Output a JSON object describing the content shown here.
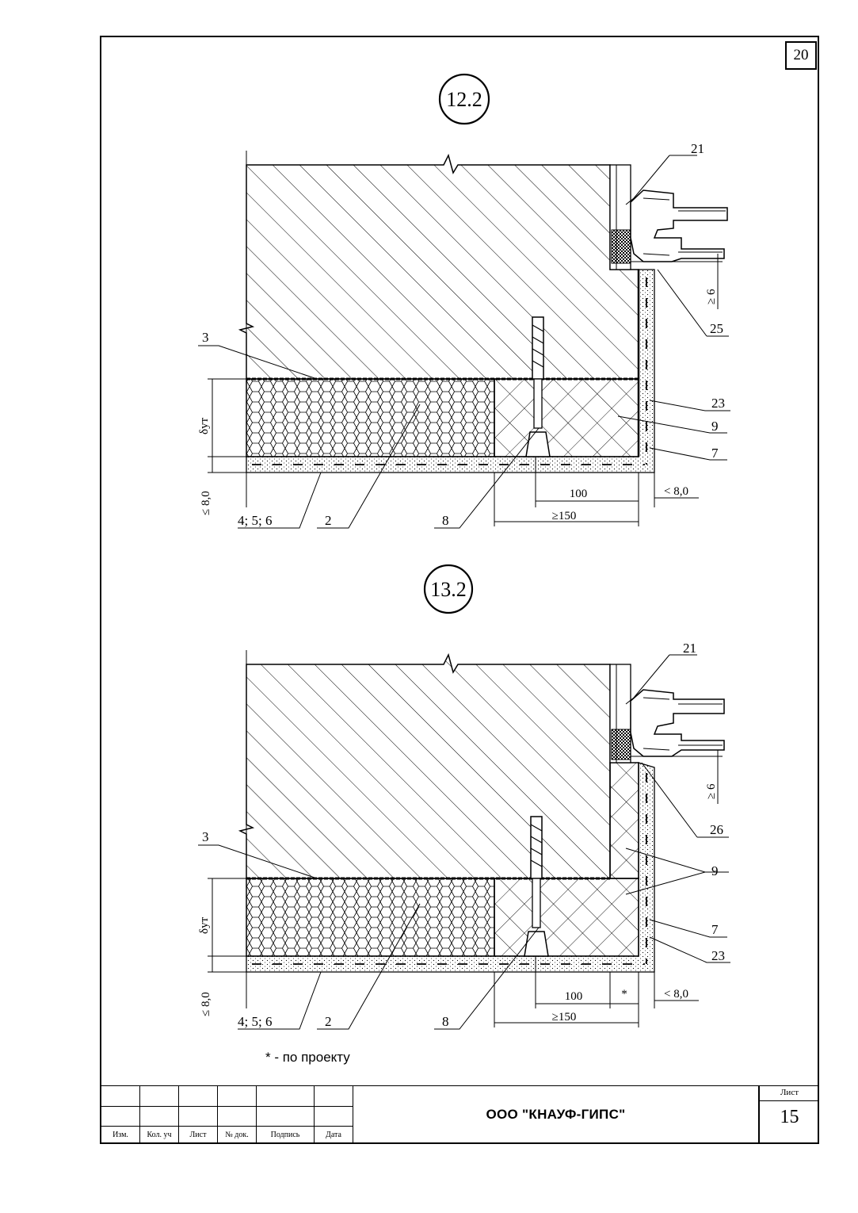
{
  "page_number": "20",
  "details": [
    {
      "id": "12.2",
      "labels": {
        "l21": "21",
        "l25": "25",
        "l3": "3",
        "l23": "23",
        "l9": "9",
        "l7": "7",
        "l456": "4; 5; 6",
        "l2": "2",
        "l8": "8"
      },
      "dims": {
        "d100": "100",
        "d150": "≥150",
        "d8r": "< 8,0",
        "d8l": "≤ 8,0",
        "d6": "≥ 6",
        "dyt": "δут"
      }
    },
    {
      "id": "13.2",
      "labels": {
        "l21": "21",
        "l26": "26",
        "l3": "3",
        "l9": "9",
        "l7": "7",
        "l23": "23",
        "l456": "4; 5; 6",
        "l2": "2",
        "l8": "8"
      },
      "dims": {
        "d100": "100",
        "dstar": "*",
        "d150": "≥150",
        "d8r": "< 8,0",
        "d8l": "≤ 8,0",
        "d6": "≥ 6",
        "dyt": "δут"
      }
    }
  ],
  "note": "* - по проекту",
  "title_block": {
    "columns": [
      "Изм.",
      "Кол. уч",
      "Лист",
      "№ док.",
      "Подпись",
      "Дата"
    ],
    "company": "ООО \"КНАУФ-ГИПС\"",
    "sheet_label": "Лист",
    "sheet_number": "15"
  }
}
